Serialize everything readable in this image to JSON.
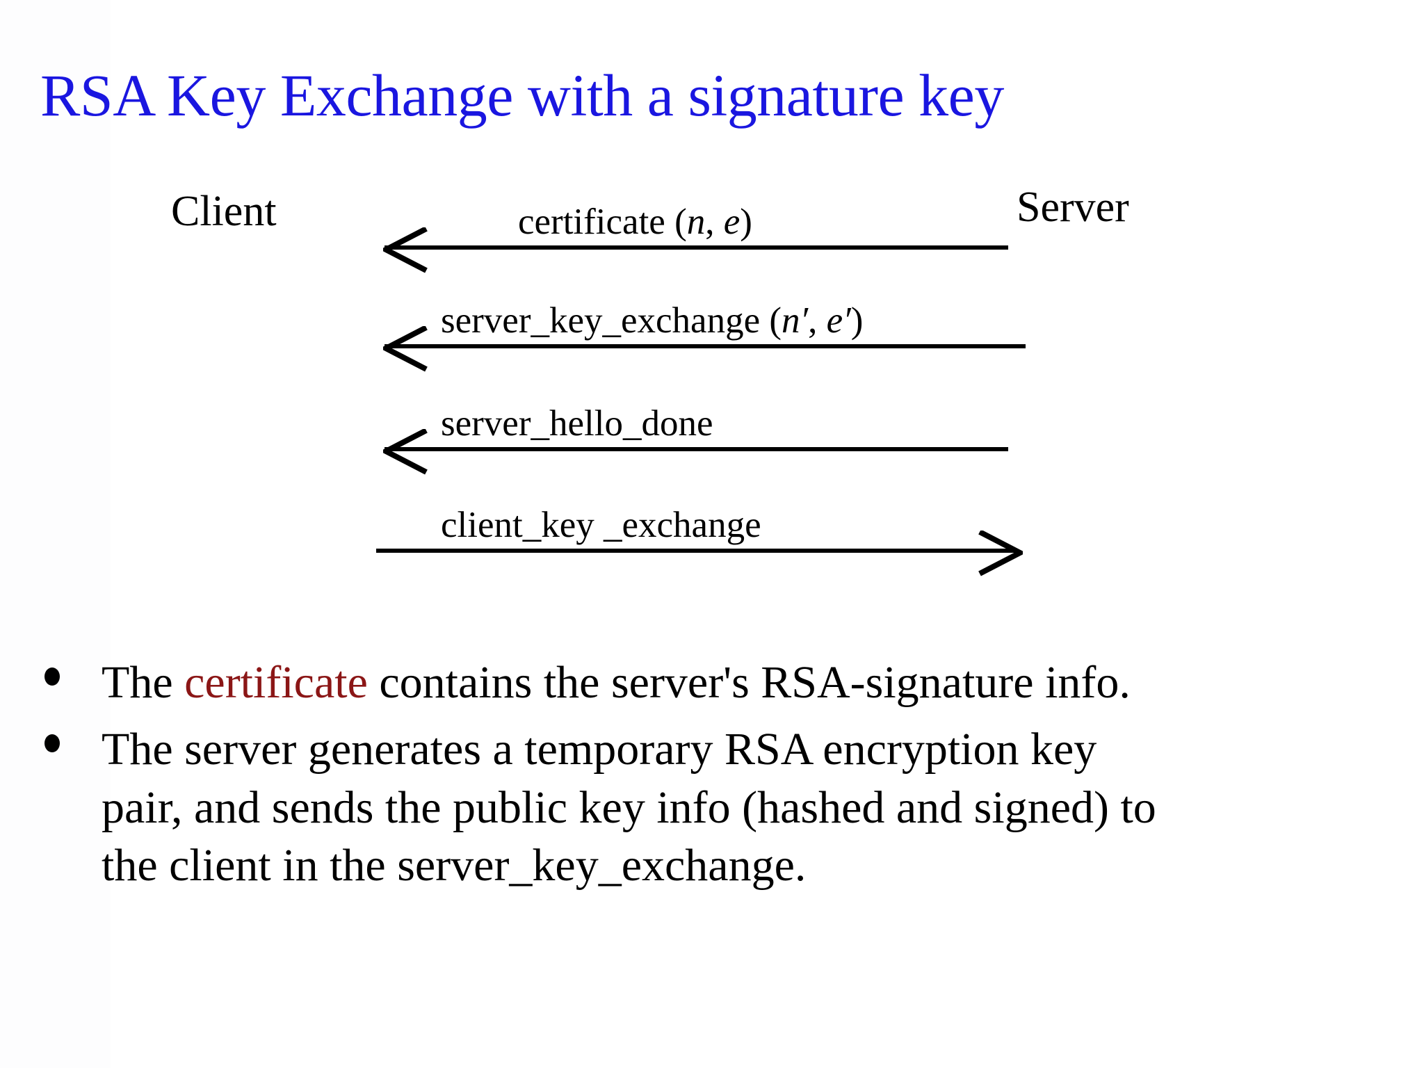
{
  "slide": {
    "title": "RSA Key Exchange with a signature key",
    "title_color": "#1a16e0",
    "background_color": "#ffffff",
    "text_color": "#000000",
    "highlight_color": "#8b1616"
  },
  "diagram": {
    "type": "sequence-diagram",
    "left_party": "Client",
    "right_party": "Server",
    "messages": [
      {
        "label_plain": "certificate (n, e)",
        "label_prefix": "certificate (",
        "var1": "n",
        "separator": ", ",
        "var2": "e",
        "label_suffix": ")",
        "direction": "server-to-client"
      },
      {
        "label_plain": "server_key_exchange (n', e')",
        "label_prefix": "server_key_exchange (",
        "var1": "n′",
        "separator": ", ",
        "var2": "e′",
        "label_suffix": ")",
        "direction": "server-to-client"
      },
      {
        "label_plain": "server_hello_done",
        "label_prefix": "server_hello_done",
        "var1": "",
        "separator": "",
        "var2": "",
        "label_suffix": "",
        "direction": "server-to-client"
      },
      {
        "label_plain": "client_key _exchange",
        "label_prefix": "client_key _exchange",
        "var1": "",
        "separator": "",
        "var2": "",
        "label_suffix": "",
        "direction": "client-to-server"
      }
    ]
  },
  "bullets": [
    {
      "part1": "The ",
      "highlight": "certificate",
      "part2": " contains the server's RSA-signature info."
    },
    {
      "line1": "The server generates a temporary RSA encryption key",
      "line2": "pair, and sends the public key info (hashed and signed) to",
      "line3": "the client in the server_key_exchange."
    }
  ]
}
